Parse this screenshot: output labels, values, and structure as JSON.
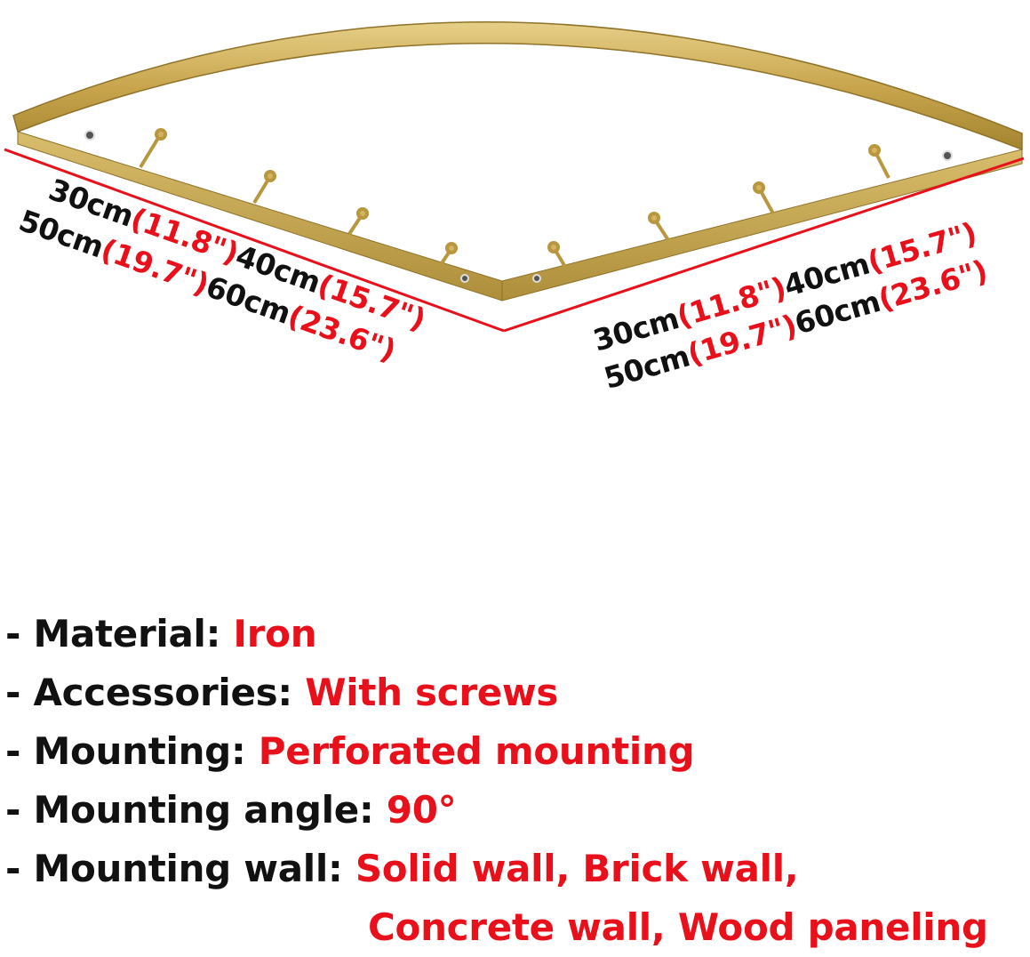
{
  "product": {
    "icon": "corner-hook-rack",
    "colors": {
      "gold": "#c9a64e",
      "gold_dark": "#9c7d30",
      "measure_line": "#e8101a"
    }
  },
  "dimensions": {
    "left": {
      "line1": [
        {
          "text": "30cm",
          "accent": false
        },
        {
          "text": "(11.8\")",
          "accent": true
        },
        {
          "text": "40cm",
          "accent": false
        },
        {
          "text": "(15.7\")",
          "accent": true
        }
      ],
      "line2": [
        {
          "text": "50cm",
          "accent": false
        },
        {
          "text": "(19.7\")",
          "accent": true
        },
        {
          "text": "60cm",
          "accent": false
        },
        {
          "text": "(23.6\")",
          "accent": true
        }
      ]
    },
    "right": {
      "line1": [
        {
          "text": "30cm",
          "accent": false
        },
        {
          "text": "(11.8\")",
          "accent": true
        },
        {
          "text": "40cm",
          "accent": false
        },
        {
          "text": "(15.7\")",
          "accent": true
        }
      ],
      "line2": [
        {
          "text": "50cm",
          "accent": false
        },
        {
          "text": "(19.7\")",
          "accent": true
        },
        {
          "text": "60cm",
          "accent": false
        },
        {
          "text": "(23.6\")",
          "accent": true
        }
      ]
    }
  },
  "specs": [
    {
      "label": "- Material: ",
      "value": "Iron"
    },
    {
      "label": "- Accessories: ",
      "value": "With screws"
    },
    {
      "label": "- Mounting: ",
      "value": "Perforated mounting"
    },
    {
      "label": "- Mounting angle: ",
      "value": "90°"
    },
    {
      "label": "- Mounting wall: ",
      "value": "Solid wall, Brick wall,"
    }
  ],
  "spec_continuation": "Concrete wall, Wood paneling"
}
